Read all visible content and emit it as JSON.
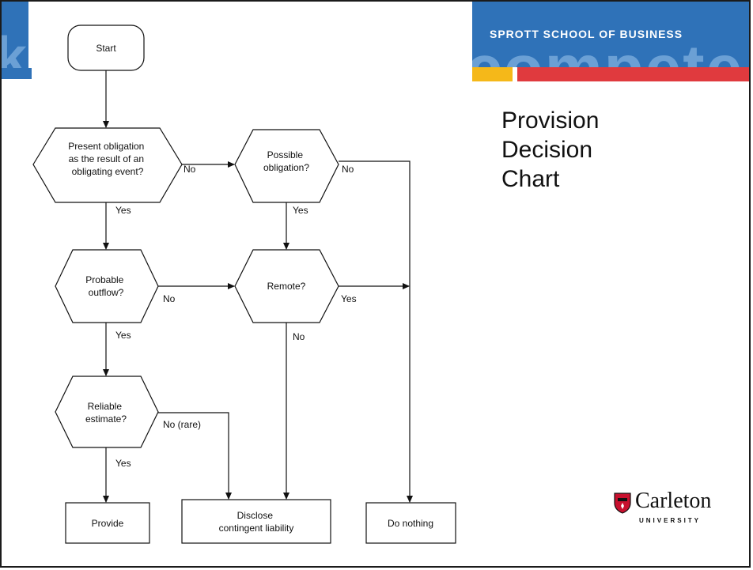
{
  "header": {
    "brand": "SPROTT SCHOOL OF BUSINESS",
    "watermark_right": "compete",
    "watermark_left": "k"
  },
  "slide_title": [
    "Provision",
    "Decision",
    "Chart"
  ],
  "logo": {
    "name": "Carleton",
    "subtitle": "UNIVERSITY"
  },
  "colors": {
    "header_blue": "#2f72b8",
    "accent_yellow": "#f5b819",
    "accent_red": "#e03a3e"
  },
  "diagram": {
    "start": "Start",
    "q1": [
      "Present obligation",
      "as the result of an",
      "obligating event?"
    ],
    "q2": [
      "Possible",
      "obligation?"
    ],
    "q3": [
      "Probable",
      "outflow?"
    ],
    "q4": [
      "Remote?"
    ],
    "q5": [
      "Reliable",
      "estimate?"
    ],
    "provide": [
      "Provide"
    ],
    "disclose": [
      "Disclose",
      "contingent liability"
    ],
    "do_nothing": [
      "Do nothing"
    ],
    "labels": {
      "q1_no": "No",
      "q1_yes": "Yes",
      "q2_no": "No",
      "q2_yes": "Yes",
      "q3_no": "No",
      "q3_yes": "Yes",
      "q4_yes": "Yes",
      "q4_no": "No",
      "q5_no": "No (rare)",
      "q5_yes": "Yes"
    }
  }
}
